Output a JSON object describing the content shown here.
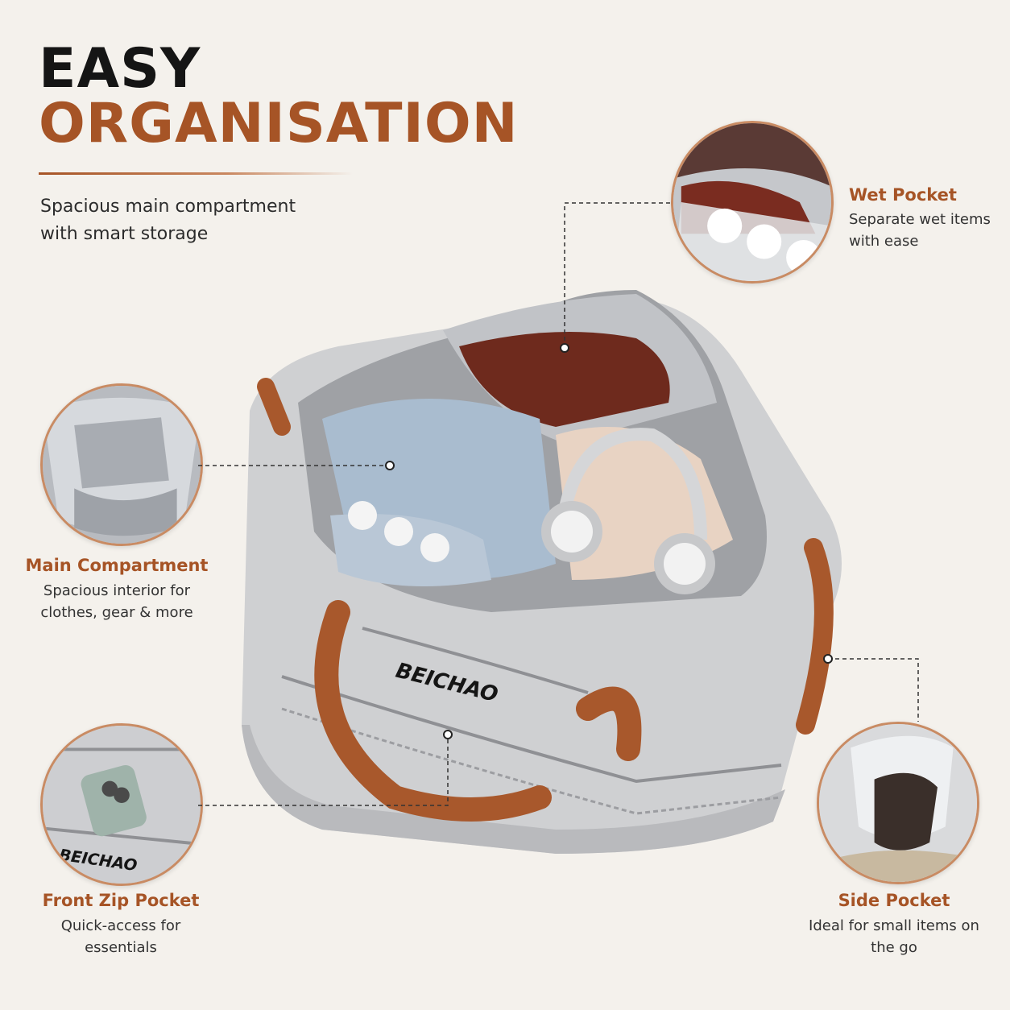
{
  "header": {
    "title_line1": "EASY",
    "title_line2": "ORGANISATION",
    "subtitle": "Spacious main compartment with smart storage"
  },
  "callouts": {
    "wet_pocket": {
      "title": "Wet Pocket",
      "text": "Separate wet items with ease"
    },
    "main_compartment": {
      "title": "Main Compartment",
      "text": "Spacious interior for clothes, gear & more"
    },
    "front_zip_pocket": {
      "title": "Front Zip Pocket",
      "text": "Quick-access for essentials"
    },
    "side_pocket": {
      "title": "Side Pocket",
      "text": "Ideal for small items on the go"
    }
  },
  "brand": {
    "logo_text": "BEICHAO"
  },
  "colors": {
    "accent": "#a65426",
    "title_dark": "#151515",
    "background": "#f4f1ec",
    "bag_grey": "#c9cacc",
    "strap_brown": "#a8582c"
  },
  "icons": [
    "bag-photo",
    "wet-pocket-photo",
    "main-compartment-photo",
    "front-pocket-photo",
    "side-pocket-photo"
  ]
}
